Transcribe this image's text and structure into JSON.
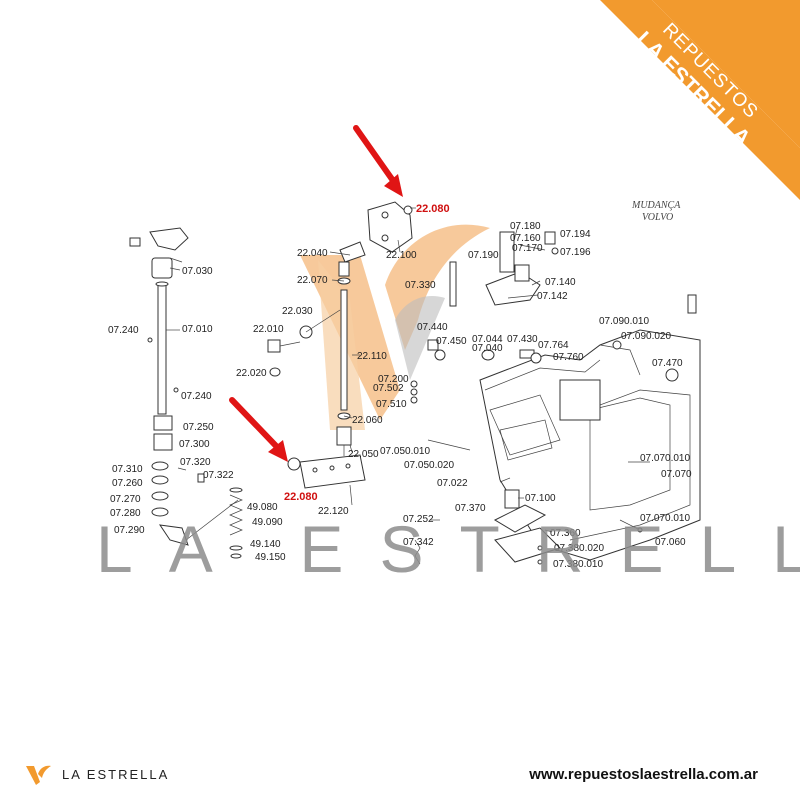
{
  "ribbon": {
    "line1": "REPUESTOS",
    "line2": "LA ESTRELLA",
    "color": "#f29a2e"
  },
  "watermark": {
    "text": "LA ESTRELLA",
    "logo_color": "#f6b26b"
  },
  "diagram_note": {
    "line1": "MUDANÇA",
    "line2": "VOLVO"
  },
  "highlighted_parts": {
    "top": "22.080",
    "bottom": "22.080",
    "color": "#d01010"
  },
  "labels": {
    "l07030": "07.030",
    "l07240a": "07.240",
    "l07010": "07.010",
    "l07240b": "07.240",
    "l07250": "07.250",
    "l07300": "07.300",
    "l07310": "07.310",
    "l07320": "07.320",
    "l07322": "07.322",
    "l07260": "07.260",
    "l07270": "07.270",
    "l07280": "07.280",
    "l07290": "07.290",
    "l49080": "49.080",
    "l49090": "49.090",
    "l49140": "49.140",
    "l49150": "49.150",
    "l22040": "22.040",
    "l22100": "22.100",
    "l22070": "22.070",
    "l22030": "22.030",
    "l22010": "22.010",
    "l22110": "22.110",
    "l22020": "22.020",
    "l22060": "22.060",
    "l22050": "22.050",
    "l22120": "22.120",
    "l07180": "07.180",
    "l07194": "07.194",
    "l07160": "07.160",
    "l07196": "07.196",
    "l07190": "07.190",
    "l07170": "07.170",
    "l07330": "07.330",
    "l07140": "07.140",
    "l07142": "07.142",
    "l07440": "07.440",
    "l07044": "07.044",
    "l07430": "07.430",
    "l07450": "07.450",
    "l07040": "07.040",
    "l07764": "07.764",
    "l07760": "07.760",
    "l07090010": "07.090.010",
    "l07090020": "07.090.020",
    "l07470": "07.470",
    "l07200": "07.200",
    "l07502": "07.502",
    "l07510": "07.510",
    "l07050010": "07.050.010",
    "l07050020": "07.050.020",
    "l07070010a": "07.070.010",
    "l07070a": "07.070",
    "l07022": "07.022",
    "l07100": "07.100",
    "l07370": "07.370",
    "l07070010b": "07.070.010",
    "l07252": "07.252",
    "l07360": "07.360",
    "l07342": "07.342",
    "l07380020": "07.380.020",
    "l07380010": "07.380.010",
    "l07060": "07.060"
  },
  "footer": {
    "brand": "LA ESTRELLA",
    "url": "www.repuestoslaestrella.com.ar"
  }
}
